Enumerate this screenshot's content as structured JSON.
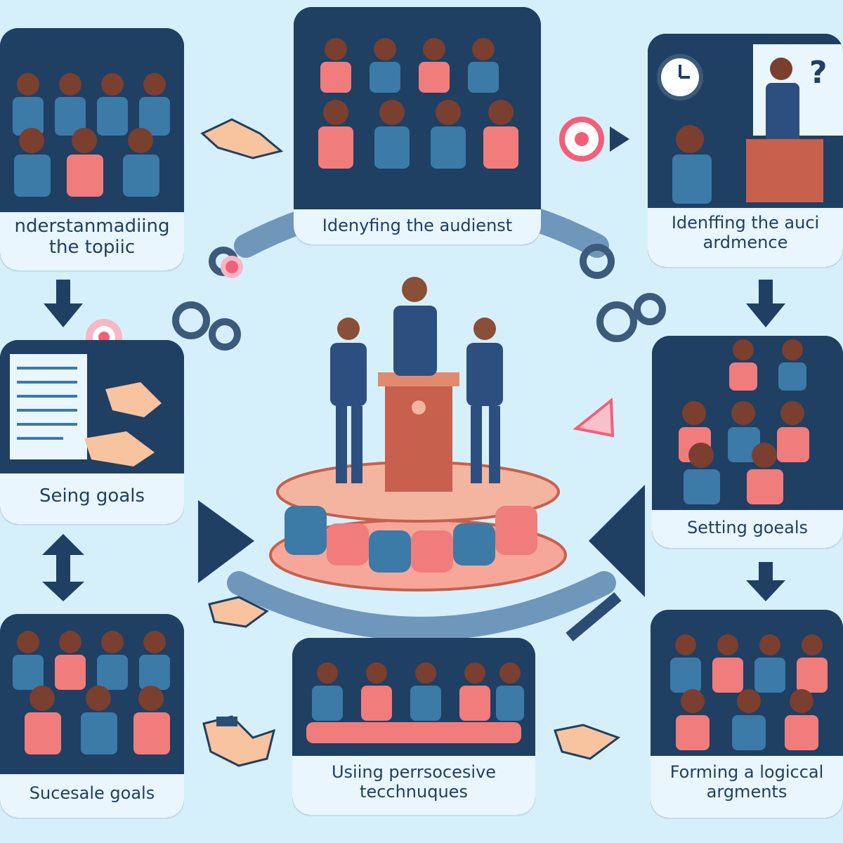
{
  "steps": [
    {
      "id": "understanding",
      "lines": [
        "nderstanmadiing",
        "the topiic"
      ]
    },
    {
      "id": "identifying-audience",
      "lines": [
        "Idenyfing the audienst"
      ]
    },
    {
      "id": "identifying-audience-2",
      "lines": [
        "Idenffing the auci",
        "ardmence"
      ]
    },
    {
      "id": "seing-goals",
      "lines": [
        "Seing goals"
      ]
    },
    {
      "id": "setting-goals",
      "lines": [
        "Setting goeals"
      ]
    },
    {
      "id": "successful-goals",
      "lines": [
        "Sucesale goals"
      ]
    },
    {
      "id": "persuasive-techniques",
      "lines": [
        "Usiing perrsocesive",
        "tecchnuques"
      ]
    },
    {
      "id": "logical-arguments",
      "lines": [
        "Forming a logiccal",
        "argments"
      ]
    }
  ],
  "colors": {
    "background": "#d6f0fb",
    "card": "#1f3f63",
    "shirt_blue": "#3c7aa8",
    "shirt_pink": "#f07c7c",
    "accent_pink": "#f35f7a",
    "arrow": "#2d4f74",
    "label_bg": "#e9f6fd",
    "podium": "#c7604c"
  },
  "icons": [
    "down-arrow-icon",
    "right-arrow-icon",
    "gear-icon",
    "target-icon",
    "hand-icon",
    "handshake-icon",
    "megaphone-icon",
    "clock-icon",
    "pen-icon",
    "document-icon"
  ]
}
